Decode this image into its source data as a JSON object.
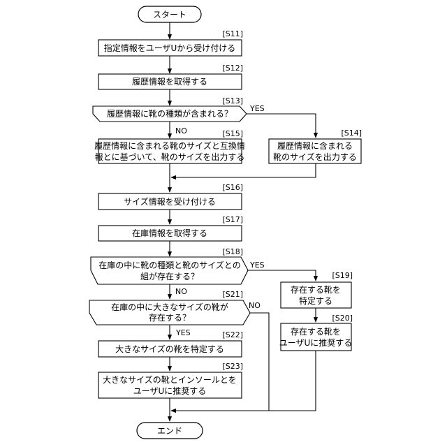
{
  "start": "スタート",
  "end": "エンド",
  "steps": {
    "s11": {
      "id": "[S11]",
      "text": [
        "指定情報をユーザUから受け付ける"
      ]
    },
    "s12": {
      "id": "[S12]",
      "text": [
        "履歴情報を取得する"
      ]
    },
    "s13": {
      "id": "[S13]",
      "text": [
        "履歴情報に靴の種類が含まれる？"
      ]
    },
    "s14": {
      "id": "[S14]",
      "text": [
        "履歴情報に含まれる",
        "靴のサイズを出力する"
      ]
    },
    "s15": {
      "id": "[S15]",
      "text": [
        "履歴情報に含まれる靴のサイズと互換情",
        "報とに基づいて、靴のサイズを出力する"
      ]
    },
    "s16": {
      "id": "[S16]",
      "text": [
        "サイズ情報を受け付ける"
      ]
    },
    "s17": {
      "id": "[S17]",
      "text": [
        "在庫情報を取得する"
      ]
    },
    "s18": {
      "id": "[S18]",
      "text": [
        "在庫の中に靴の種類と靴のサイズとの",
        "組が存在する？"
      ]
    },
    "s19": {
      "id": "[S19]",
      "text": [
        "存在する靴を",
        "特定する"
      ]
    },
    "s20": {
      "id": "[S20]",
      "text": [
        "存在する靴を",
        "ユーザUに推奨する"
      ]
    },
    "s21": {
      "id": "[S21]",
      "text": [
        "在庫の中に大きなサイズの靴が",
        "存在する？"
      ]
    },
    "s22": {
      "id": "[S22]",
      "text": [
        "大きなサイズの靴を特定する"
      ]
    },
    "s23": {
      "id": "[S23]",
      "text": [
        "大きなサイズの靴とインソールとを",
        "ユーザUに推奨する"
      ]
    }
  },
  "branches": {
    "s13_yes": "YES",
    "s13_no": "NO",
    "s18_yes": "YES",
    "s18_no": "NO",
    "s21_yes": "YES",
    "s21_no": "NO"
  }
}
